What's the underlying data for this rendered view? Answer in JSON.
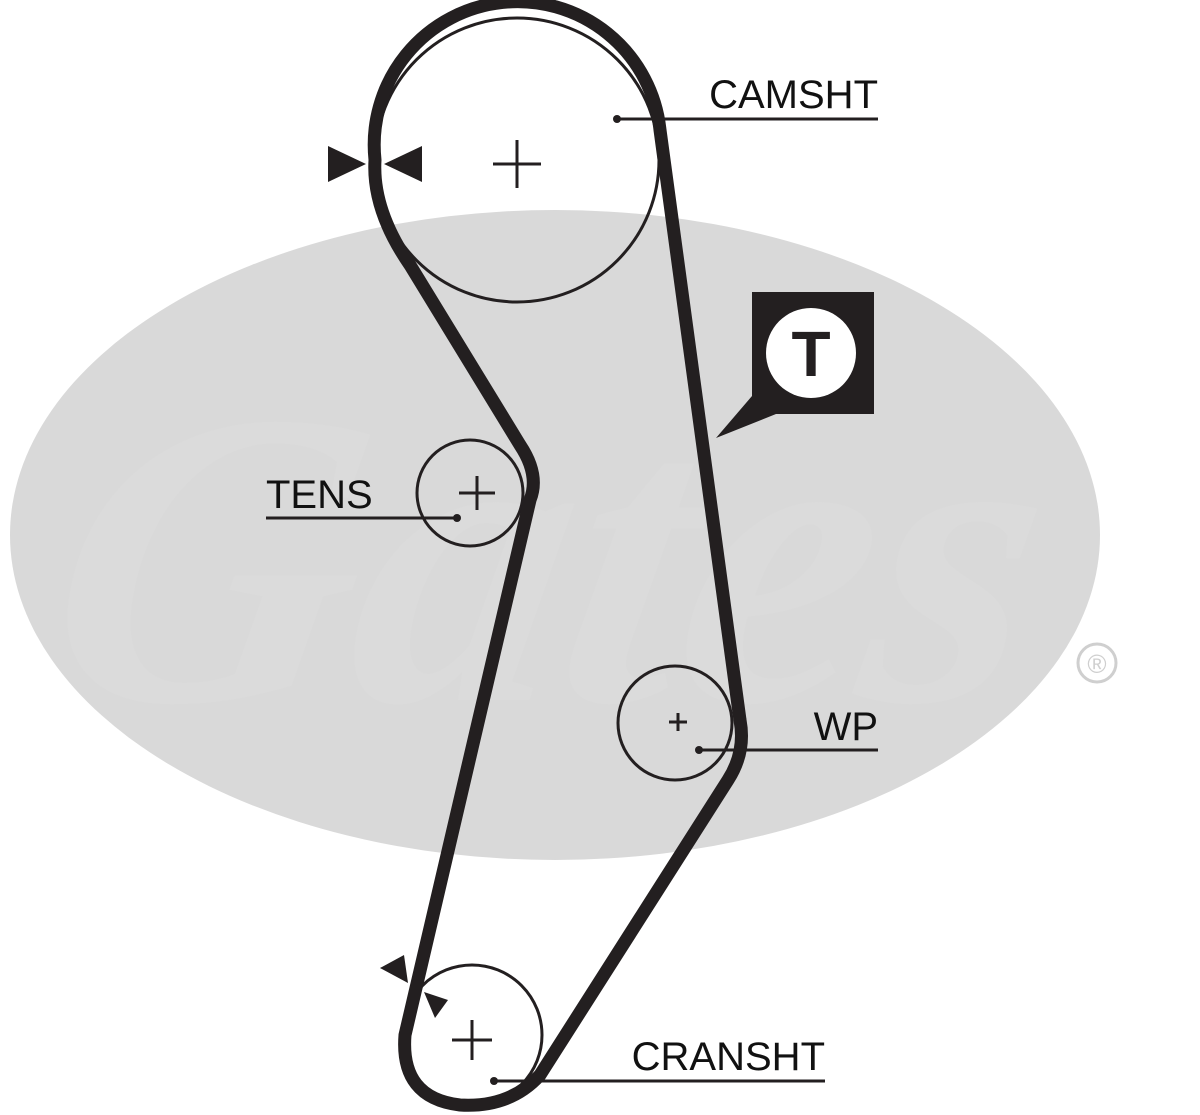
{
  "background_logo": {
    "wordmark": "Gates",
    "registered_mark": "®",
    "color": "#d9d9d9"
  },
  "colors": {
    "belt": "#231f20",
    "pulley_outline": "#231f20",
    "label_text": "#111111"
  },
  "pulleys": {
    "camshaft": {
      "label": "CAMSHT"
    },
    "tensioner": {
      "label": "TENS"
    },
    "water_pump": {
      "label": "WP"
    },
    "crankshaft": {
      "label": "CRANSHT"
    }
  },
  "tension_badge": {
    "letter": "T"
  },
  "timing_marks": [
    {
      "name": "camshaft-timing-mark",
      "icon": "double-arrow-icon"
    },
    {
      "name": "crankshaft-timing-mark",
      "icon": "double-arrow-icon"
    }
  ]
}
